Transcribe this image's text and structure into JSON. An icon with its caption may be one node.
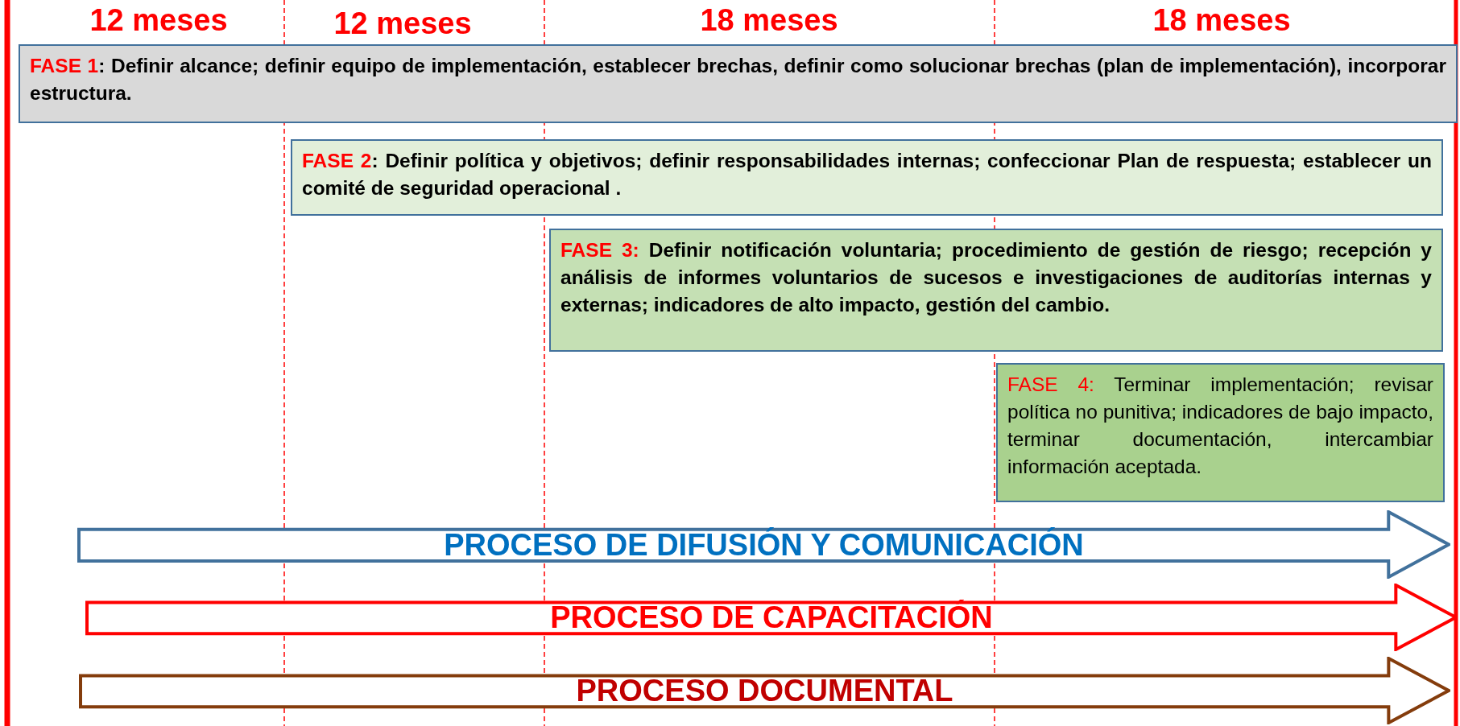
{
  "diagram": {
    "nodes": [
      {
        "text": [
          "FASE 1",
          ": Definir alcance; definir equipo de implementación, establecer brechas, definir como solucionar brechas (plan de implementación), incorporar estructura."
        ]
      },
      {
        "text": [
          "FASE  2",
          ": Definir política y objetivos; definir responsabilidades internas; confeccionar Plan de respuesta; establecer un comité de seguridad operacional ."
        ]
      },
      {
        "text": [
          "FASE 3:",
          " Definir notificación voluntaria; procedimiento de gestión de riesgo; recepción y análisis de informes voluntarios de sucesos e investigaciones de auditorías internas y externas; indicadores de alto impacto, gestión del cambio."
        ]
      },
      {
        "text": [
          "FASE 4:",
          " Terminar implementación; revisar política no punitiva; indicadores de bajo impacto, terminar documentación, intercambiar información aceptada."
        ]
      },
      {
        "text": [
          "PROCESO DE DIFUSIÓN Y COMUNICACIÓN"
        ]
      },
      {
        "text": [
          "PROCESO DE CAPACITACIÓN"
        ]
      },
      {
        "text": [
          "PROCESO DOCUMENTAL"
        ]
      }
    ],
    "edges": [],
    "labels": [
      "12 meses",
      "12 meses",
      "18 meses",
      "18 meses"
    ]
  }
}
